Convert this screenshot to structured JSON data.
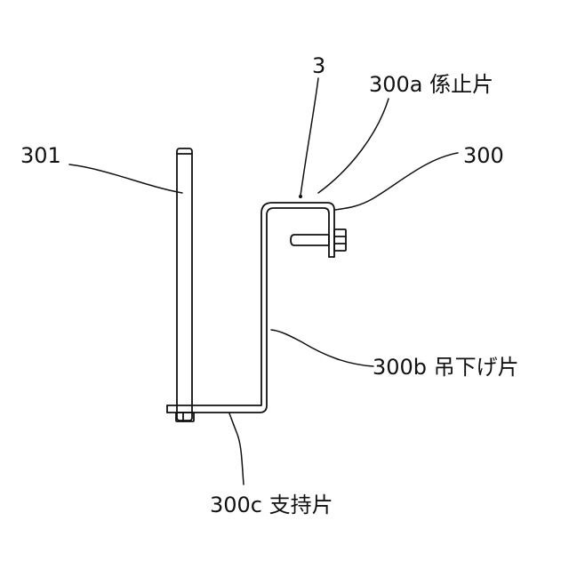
{
  "labels": {
    "ref_3": "3",
    "ref_300a": "300a 係止片",
    "ref_300": "300",
    "ref_301": "301",
    "ref_300b": "300b 吊下げ片",
    "ref_300c": "300c 支持片"
  },
  "colors": {
    "line": "#111111",
    "background": "#ffffff"
  }
}
